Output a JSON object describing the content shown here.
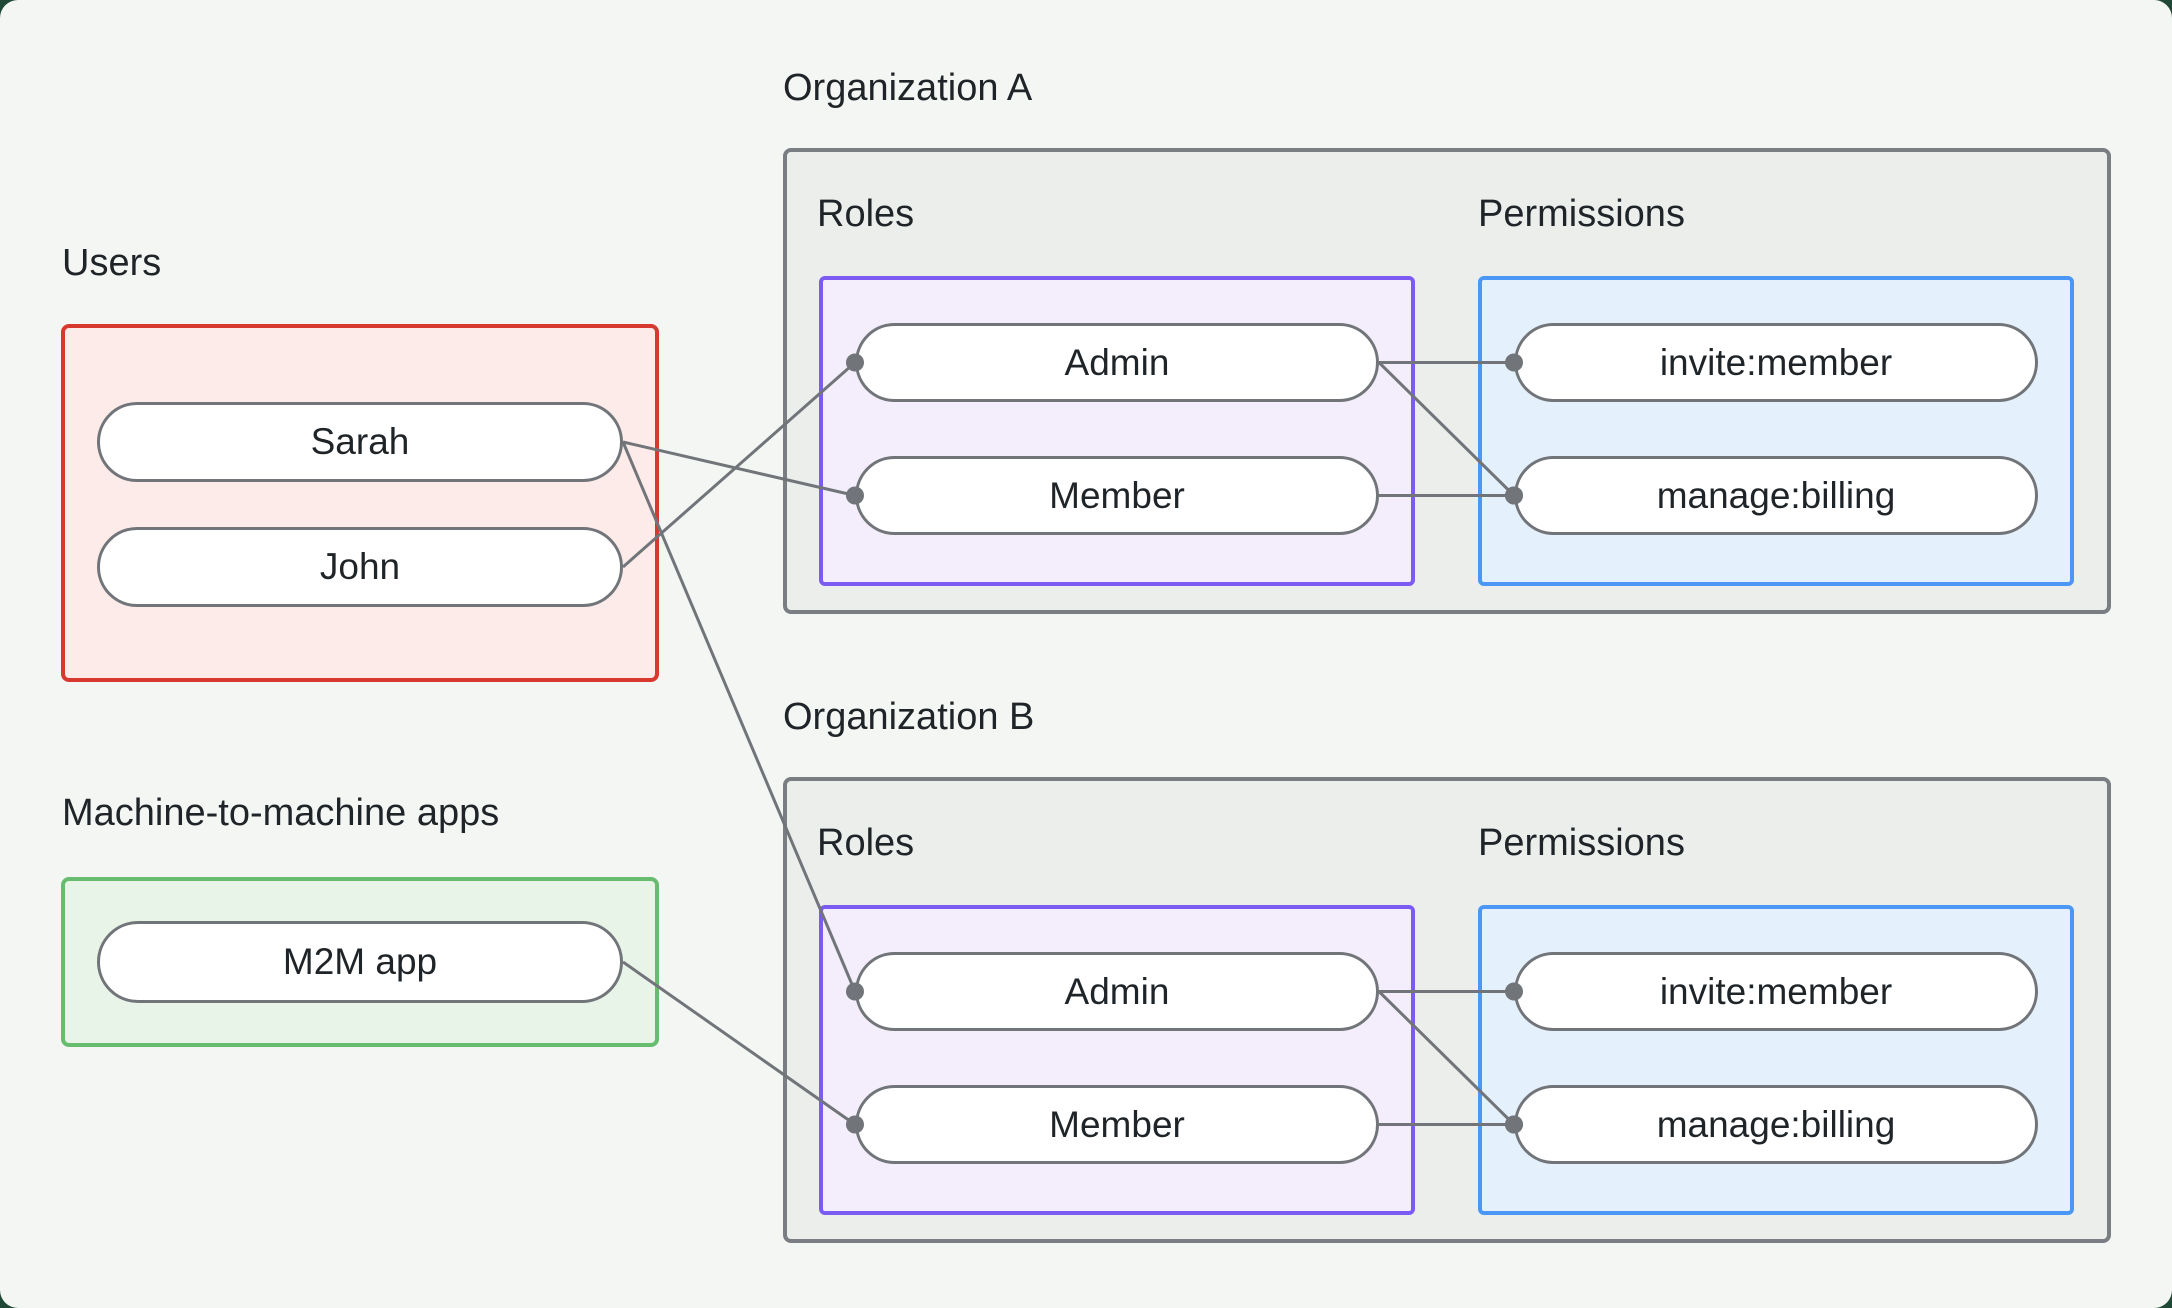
{
  "colors": {
    "page_bg": "#1F4936",
    "canvas_bg": "#F4F6F3",
    "org_fill": "#ECEEEC",
    "org_border": "#7A7E82",
    "red_border": "#D8392E",
    "red_fill": "#FCEBE8",
    "green_border": "#67BC6D",
    "green_fill": "#E9F4E9",
    "purple_border": "#7B5BF2",
    "purple_fill": "#F3EDFC",
    "blue_border": "#4B97F5",
    "blue_fill": "#E4F0FB",
    "pill_border": "#717579",
    "line_color": "#717579",
    "text_color": "#1F2428"
  },
  "users_section": {
    "label": "Users",
    "nodes": [
      {
        "id": "sarah",
        "label": "Sarah"
      },
      {
        "id": "john",
        "label": "John"
      }
    ]
  },
  "m2m_section": {
    "label": "Machine-to-machine apps",
    "nodes": [
      {
        "id": "m2m",
        "label": "M2M app"
      }
    ]
  },
  "organizations": [
    {
      "id": "org_a",
      "title": "Organization A",
      "roles_label": "Roles",
      "permissions_label": "Permissions",
      "roles": [
        {
          "id": "org_a_admin",
          "label": "Admin"
        },
        {
          "id": "org_a_member",
          "label": "Member"
        }
      ],
      "permissions": [
        {
          "id": "org_a_invite",
          "label": "invite:member"
        },
        {
          "id": "org_a_billing",
          "label": "manage:billing"
        }
      ]
    },
    {
      "id": "org_b",
      "title": "Organization B",
      "roles_label": "Roles",
      "permissions_label": "Permissions",
      "roles": [
        {
          "id": "org_b_admin",
          "label": "Admin"
        },
        {
          "id": "org_b_member",
          "label": "Member"
        }
      ],
      "permissions": [
        {
          "id": "org_b_invite",
          "label": "invite:member"
        },
        {
          "id": "org_b_billing",
          "label": "manage:billing"
        }
      ]
    }
  ],
  "connections": [
    {
      "from": "sarah",
      "to": "org_a_member"
    },
    {
      "from": "john",
      "to": "org_a_admin"
    },
    {
      "from": "sarah",
      "to": "org_b_admin"
    },
    {
      "from": "m2m",
      "to": "org_b_member"
    },
    {
      "from": "org_a_admin",
      "to": "org_a_invite"
    },
    {
      "from": "org_a_admin",
      "to": "org_a_billing"
    },
    {
      "from": "org_a_member",
      "to": "org_a_billing"
    },
    {
      "from": "org_b_admin",
      "to": "org_b_invite"
    },
    {
      "from": "org_b_admin",
      "to": "org_b_billing"
    },
    {
      "from": "org_b_member",
      "to": "org_b_billing"
    }
  ],
  "line_style": {
    "stroke_width": 3,
    "dot_radius": 9
  }
}
